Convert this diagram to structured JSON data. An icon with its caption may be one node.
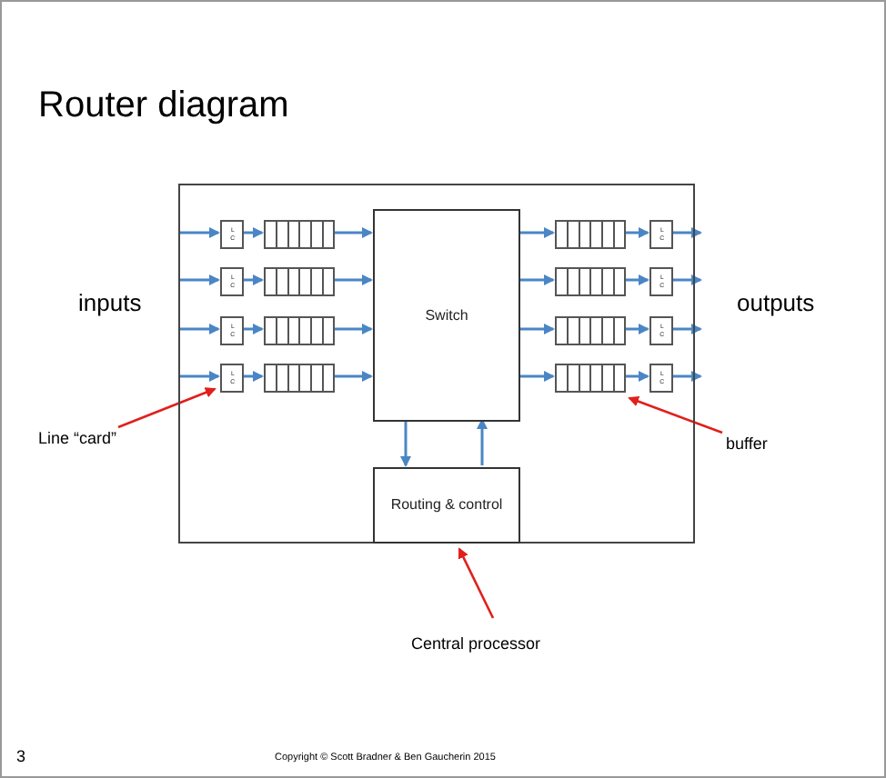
{
  "diagram": {
    "title": "Router diagram",
    "nodes": [
      {
        "text": [],
        "shape": "box"
      },
      {
        "text": [
          "L C"
        ],
        "in": 0
      },
      {
        "text": [],
        "shape": "queue",
        "in": 0
      },
      {
        "text": [
          "Switch"
        ],
        "in": 0
      },
      {
        "text": [],
        "shape": "queue",
        "in": 0
      },
      {
        "text": [
          "L C"
        ],
        "in": 0
      },
      {
        "text": [
          "L C"
        ],
        "in": 0
      },
      {
        "text": [],
        "shape": "queue",
        "in": 0
      },
      {
        "text": [],
        "shape": "queue",
        "in": 0
      },
      {
        "text": [
          "L C"
        ],
        "in": 0
      },
      {
        "text": [
          "L C"
        ],
        "in": 0
      },
      {
        "text": [],
        "shape": "queue",
        "in": 0
      },
      {
        "text": [],
        "shape": "queue",
        "in": 0
      },
      {
        "text": [
          "L C"
        ],
        "in": 0
      },
      {
        "text": [
          "L C"
        ],
        "in": 0
      },
      {
        "text": [],
        "shape": "queue",
        "in": 0
      },
      {
        "text": [],
        "shape": "queue",
        "in": 0
      },
      {
        "text": [
          "L C"
        ],
        "in": 0
      },
      {
        "text": [
          "Routing & control"
        ],
        "in": 0
      },
      {
        "text": [
          "Line “card”"
        ]
      },
      {
        "text": [
          "buffer"
        ]
      },
      {
        "text": [
          "Central processor"
        ]
      }
    ],
    "edges": [
      {
        "from": null,
        "to": 1,
        "arrow": "to"
      },
      {
        "from": 1,
        "to": 2,
        "arrow": "to"
      },
      {
        "from": 2,
        "to": 3,
        "arrow": "to"
      },
      {
        "from": 3,
        "to": 4,
        "arrow": "to"
      },
      {
        "from": 4,
        "to": 5,
        "arrow": "to"
      },
      {
        "from": 5,
        "to": null,
        "arrow": "to"
      },
      {
        "from": null,
        "to": 6,
        "arrow": "to"
      },
      {
        "from": 6,
        "to": 7,
        "arrow": "to"
      },
      {
        "from": 7,
        "to": 3,
        "arrow": "to"
      },
      {
        "from": 3,
        "to": 8,
        "arrow": "to"
      },
      {
        "from": 8,
        "to": 9,
        "arrow": "to"
      },
      {
        "from": 9,
        "to": null,
        "arrow": "to"
      },
      {
        "from": null,
        "to": 10,
        "arrow": "to"
      },
      {
        "from": 10,
        "to": 11,
        "arrow": "to"
      },
      {
        "from": 11,
        "to": 3,
        "arrow": "to"
      },
      {
        "from": 3,
        "to": 12,
        "arrow": "to"
      },
      {
        "from": 12,
        "to": 13,
        "arrow": "to"
      },
      {
        "from": 13,
        "to": null,
        "arrow": "to"
      },
      {
        "from": null,
        "to": 14,
        "arrow": "to"
      },
      {
        "from": 14,
        "to": 15,
        "arrow": "to"
      },
      {
        "from": 15,
        "to": 3,
        "arrow": "to"
      },
      {
        "from": 3,
        "to": 16,
        "arrow": "to"
      },
      {
        "from": 16,
        "to": 17,
        "arrow": "to"
      },
      {
        "from": 17,
        "to": null,
        "arrow": "to"
      },
      {
        "from": 3,
        "to": 18,
        "arrow": "to"
      },
      {
        "from": 18,
        "to": 3,
        "arrow": "to"
      },
      {
        "from": 19,
        "to": 14,
        "arrow": "to",
        "color": "#e0201c"
      },
      {
        "from": 20,
        "to": 16,
        "arrow": "to",
        "color": "#e0201c"
      },
      {
        "from": 21,
        "to": 18,
        "arrow": "to",
        "color": "#e0201c"
      }
    ],
    "labels": [
      "inputs",
      "outputs",
      "3",
      "Copyright © Scott Bradner & Ben Gaucherin 2015"
    ]
  }
}
